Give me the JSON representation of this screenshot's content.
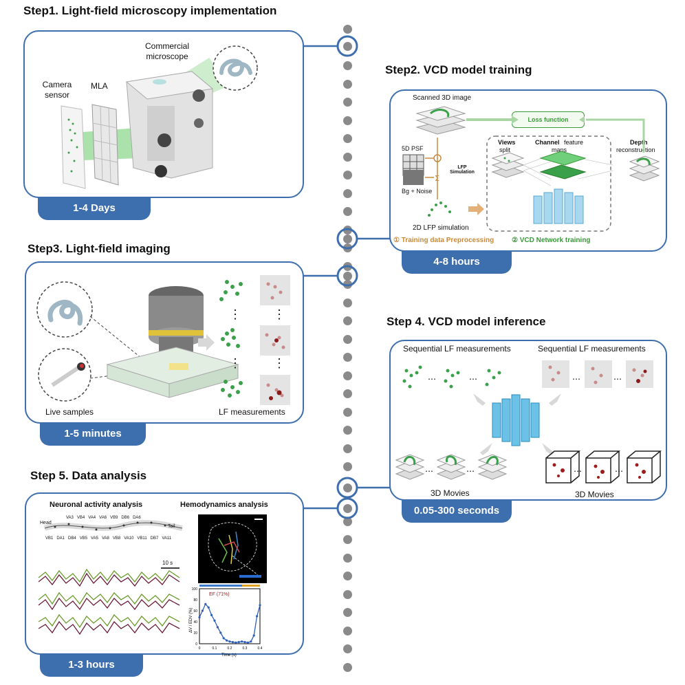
{
  "step1": {
    "title": "Step1. Light-field microscopy implementation",
    "labels": {
      "microscope": "Commercial microscope",
      "camera": "Camera sensor",
      "mla": "MLA"
    },
    "duration": "1-4 Days"
  },
  "step2": {
    "title": "Step2. VCD model training",
    "labels": {
      "scanned": "Scanned 3D image",
      "loss": "Loss function",
      "psf": "5D PSF",
      "lfp_sim": "LFP Simulation",
      "noise": "Bg + Noise",
      "views": "Views",
      "split": "split",
      "channel": "Channel",
      "feature": "feature",
      "maps": "maps",
      "depth": "Depth",
      "reconstruction": "reconstruction",
      "lfp2d": "2D LFP simulation",
      "preproc": "① Training data Preprocessing",
      "network": "② VCD Network training"
    },
    "duration": "4-8 hours"
  },
  "step3": {
    "title": "Step3. Light-field imaging",
    "labels": {
      "live": "Live samples",
      "lf": "LF measurements",
      "ellipsis": "⋮"
    },
    "duration": "1-5 minutes"
  },
  "step4": {
    "title": "Step 4. VCD model inference",
    "labels": {
      "seq_left": "Sequential LF measurements",
      "seq_right": "Sequential LF measurements",
      "movies_left": "3D Movies",
      "movies_right": "3D Movies",
      "dots": "…"
    },
    "duration": "0.05-300 seconds"
  },
  "step5": {
    "title": "Step 5. Data analysis",
    "labels": {
      "neuronal": "Neuronal activity analysis",
      "hemo": "Hemodynamics analysis",
      "head": "Head",
      "tail": "Tail",
      "scale": "10 s",
      "ef": "EF (71%)",
      "ylabel": "ΔV / EDV (%)",
      "xlabel": "Time (s)"
    },
    "neurons_top": [
      "VA3",
      "VB4",
      "VA4",
      "VA6",
      "VB9",
      "DB6",
      "DA6"
    ],
    "neurons_bottom": [
      "VB1",
      "DA1",
      "DB4",
      "VB5",
      "VA5",
      "VA8",
      "VB8",
      "VA10",
      "VB11",
      "DB7",
      "VA11"
    ],
    "duration": "1-3 hours"
  },
  "chart_data": {
    "type": "line",
    "xlabel": "Time (s)",
    "ylabel": "ΔV / EDV (%)",
    "annotation": "EF (71%)",
    "x": [
      0.0,
      0.02,
      0.04,
      0.06,
      0.08,
      0.1,
      0.12,
      0.14,
      0.16,
      0.18,
      0.2,
      0.22,
      0.24,
      0.26,
      0.28,
      0.3,
      0.32,
      0.34,
      0.36,
      0.38,
      0.4
    ],
    "y": [
      48,
      60,
      72,
      66,
      52,
      42,
      30,
      20,
      10,
      6,
      4,
      3,
      2,
      3,
      4,
      3,
      2,
      4,
      15,
      50,
      70
    ],
    "xticks": [
      "0",
      "0.1",
      "0.2",
      "0.3",
      "0.4"
    ],
    "yticks": [
      "0",
      "20",
      "40",
      "60",
      "80",
      "100"
    ],
    "xlim": [
      0,
      0.4
    ],
    "ylim": [
      0,
      100
    ],
    "line_color": "#2f5fb8"
  },
  "colors": {
    "panel_border": "#3d6eae",
    "tab": "#3d6eae",
    "green": "#3aa04a",
    "preproc": "#c98a3c",
    "network": "#3a9a3a"
  }
}
